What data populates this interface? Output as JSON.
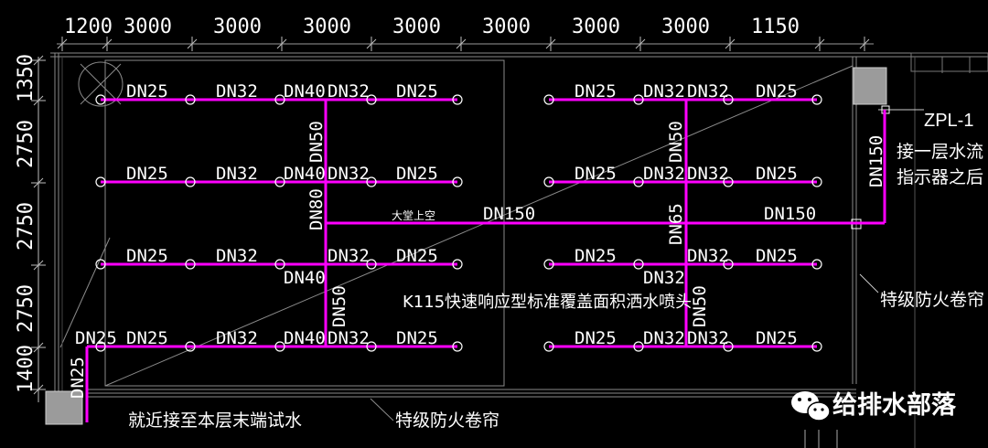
{
  "dimensions": {
    "top": [
      "1200",
      "3000",
      "3000",
      "3000",
      "3000",
      "3000",
      "3000",
      "3000",
      "1150"
    ],
    "left": [
      "1350",
      "2750",
      "2750",
      "2750",
      "1400"
    ]
  },
  "pipe_labels": {
    "dn25": "DN25",
    "dn32": "DN32",
    "dn40": "DN40",
    "dn50": "DN50",
    "dn65": "DN65",
    "dn80": "DN80",
    "dn150": "DN150"
  },
  "notes": {
    "lobby": "大堂上空",
    "sprinkler_type": "K115快速响应型标准覆盖面积洒水喷头",
    "riser_id": "ZPL-1",
    "riser_note_line1": "接一层水流",
    "riser_note_line2": "指示器之后",
    "shutter_right": "特级防火卷帘",
    "shutter_bottom": "特级防火卷帘",
    "test_valve": "就近接至本层末端试水"
  },
  "watermark": {
    "text": "给排水部落",
    "icon": "wechat-icon"
  },
  "colors": {
    "background": "#000000",
    "pipe": "#ff00ff",
    "text": "#ffffff",
    "linework": "#9a9a9a"
  }
}
